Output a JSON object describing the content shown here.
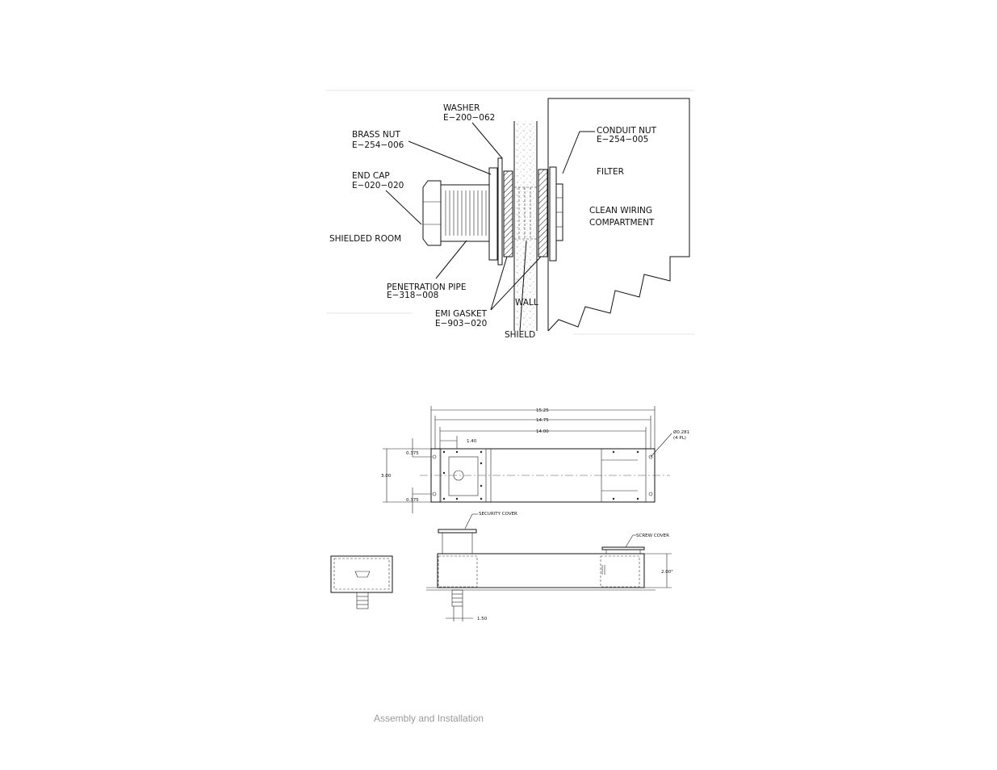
{
  "diagram1": {
    "labels": {
      "washer_name": "WASHER",
      "washer_part": "E−200−062",
      "brass_nut_name": "BRASS NUT",
      "brass_nut_part": "E−254−006",
      "end_cap_name": "END CAP",
      "end_cap_part": "E−020−020",
      "shielded_room": "SHIELDED ROOM",
      "penetration_pipe_name": "PENETRATION PIPE",
      "penetration_pipe_part": "E−318−008",
      "emi_gasket_name": "EMI GASKET",
      "emi_gasket_part": "E−903−020",
      "wall": "WALL",
      "shield": "SHIELD",
      "conduit_nut_name": "CONDUIT NUT",
      "conduit_nut_part": "E−254−005",
      "filter": "FILTER",
      "clean_wiring_line1": "CLEAN WIRING",
      "clean_wiring_line2": "COMPARTMENT"
    }
  },
  "diagram2": {
    "dims": {
      "overall": "15.25",
      "mid": "14.75",
      "inner": "14.00",
      "offset": "1.40",
      "height": "3.00",
      "top_gap": "0.375",
      "bottom_gap": "0.375",
      "hole_dia": "Ø0.281",
      "hole_qty": "(4 PL)",
      "depth": "2.00\"",
      "pipe": "1.50"
    },
    "callouts": {
      "security_cover": "SECURITY COVER",
      "screw_cover": "SCREW COVER"
    }
  },
  "footer": {
    "caption": "Assembly and Installation"
  }
}
